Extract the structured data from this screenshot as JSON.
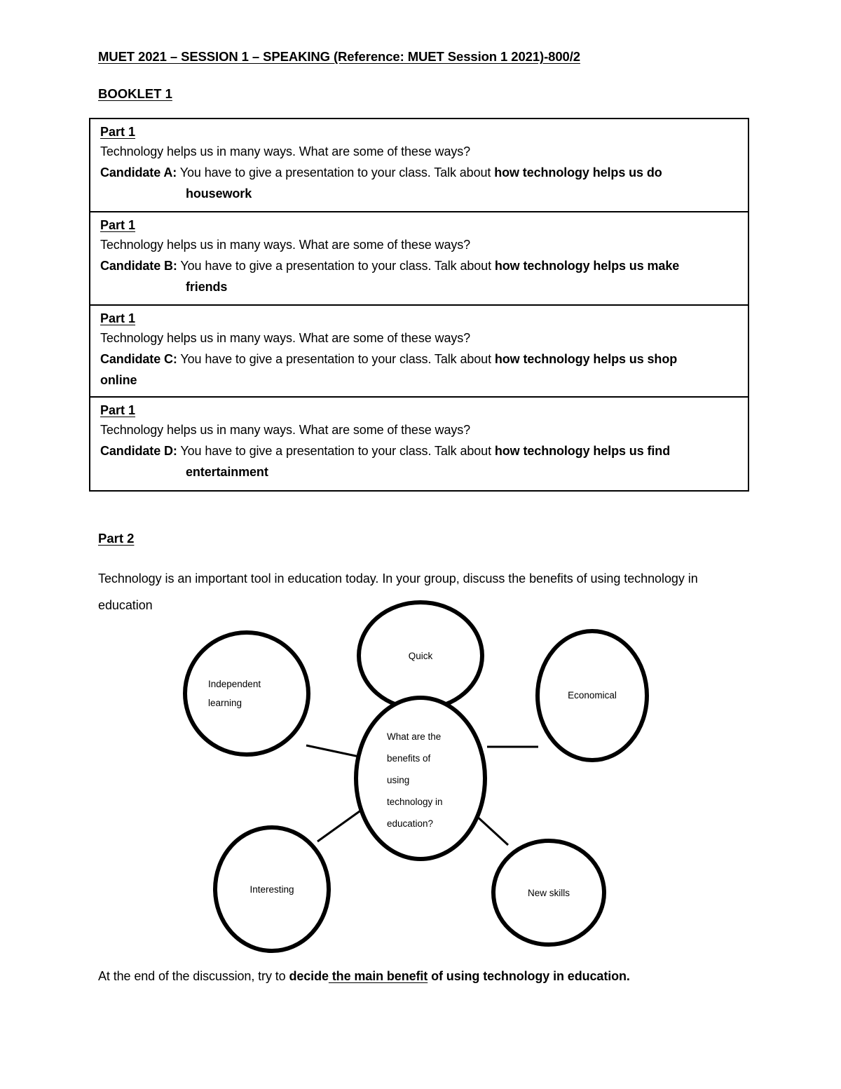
{
  "document": {
    "title": "MUET 2021 – SESSION 1 – SPEAKING (Reference: MUET Session 1 2021)-800/2",
    "booklet": "BOOKLET 1"
  },
  "part1": {
    "tasks": [
      {
        "part_label": "Part 1",
        "prompt": "Technology helps us in many ways.  What are some of these ways?",
        "candidate_label": "Candidate A:",
        "instruction": " You have to give a presentation to your class. Talk about ",
        "topic_line1": "how technology helps us do",
        "topic_line2": "housework",
        "wrap": "indent"
      },
      {
        "part_label": "Part 1",
        "prompt": "Technology helps us in many ways.  What are some of these ways?",
        "candidate_label": "Candidate B:",
        "instruction": " You have to give a presentation to your class. Talk about ",
        "topic_line1": "how technology helps us make",
        "topic_line2": "friends",
        "wrap": "indent"
      },
      {
        "part_label": "Part 1",
        "prompt": "Technology helps us in many ways.  What are some of these ways?",
        "candidate_label": "Candidate C:",
        "instruction": " You have to give a presentation to your class. Talk about ",
        "topic_line1": "how technology helps us shop",
        "topic_line2": "online",
        "wrap": "flush"
      },
      {
        "part_label": "Part 1",
        "prompt": "Technology helps us in many ways.  What are some of these ways?",
        "candidate_label": "Candidate D:",
        "instruction": " You have to give a presentation to your class. Talk about ",
        "topic_line1": "how technology helps us find",
        "topic_line2": "entertainment",
        "wrap": "indent"
      }
    ]
  },
  "part2": {
    "label": "Part 2",
    "intro": "Technology is an important tool in education today. In your group, discuss the benefits of using technology in education",
    "diagram": {
      "center": {
        "lines": [
          "What are the",
          "benefits of",
          "using",
          "technology in",
          "education?"
        ]
      },
      "nodes": [
        {
          "id": "quick",
          "lines": [
            "Quick"
          ]
        },
        {
          "id": "independent-learning",
          "lines": [
            "Independent",
            "learning"
          ]
        },
        {
          "id": "economical",
          "lines": [
            "Economical"
          ]
        },
        {
          "id": "interesting",
          "lines": [
            "Interesting"
          ]
        },
        {
          "id": "new-skills",
          "lines": [
            "New skills"
          ]
        }
      ]
    }
  },
  "closing": {
    "lead": "At the end of the discussion, try to ",
    "decide": "decide",
    "underlined": " the main benefit",
    "tail": " of using technology in education."
  }
}
